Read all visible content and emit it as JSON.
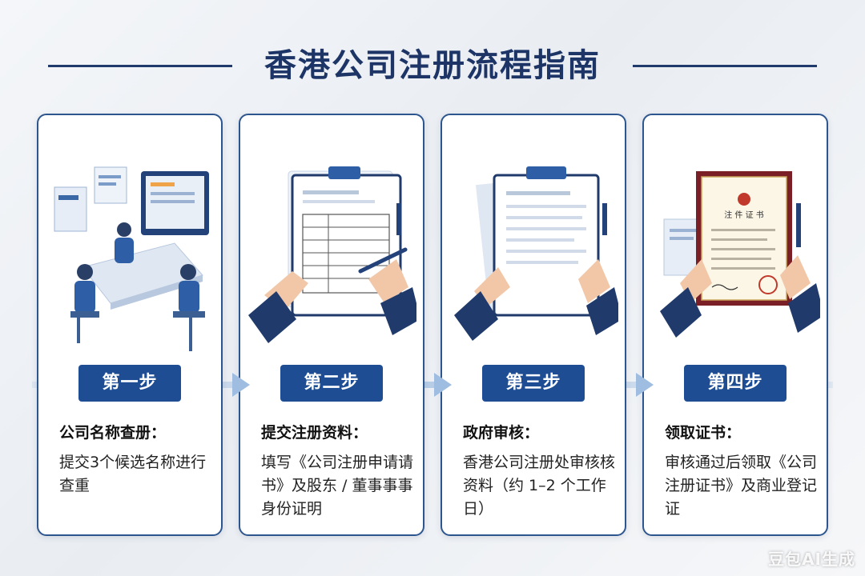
{
  "header": {
    "title": "香港公司注册流程指南"
  },
  "steps": [
    {
      "badge": "第一步",
      "title": "公司名称查册：",
      "desc": "提交3个候选名称进行查重"
    },
    {
      "badge": "第二步",
      "title": "提交注册资料：",
      "desc": "填写《公司注册申请请书》及股东 / 董事事事身份证明"
    },
    {
      "badge": "第三步",
      "title": "政府审核：",
      "desc": "香港公司注册处审核核资料（约 1–2 个工作日）"
    },
    {
      "badge": "第四步",
      "title": "领取证书：",
      "desc": "审核通过后领取《公司注册证书》及商业登记证"
    }
  ],
  "certificate": {
    "heading": "注 件 证 书"
  },
  "watermark": "豆包AI生成",
  "colors": {
    "primary": "#1e4d94",
    "title": "#1d3566",
    "border": "#2d568f",
    "flow": "#9fbde0"
  }
}
